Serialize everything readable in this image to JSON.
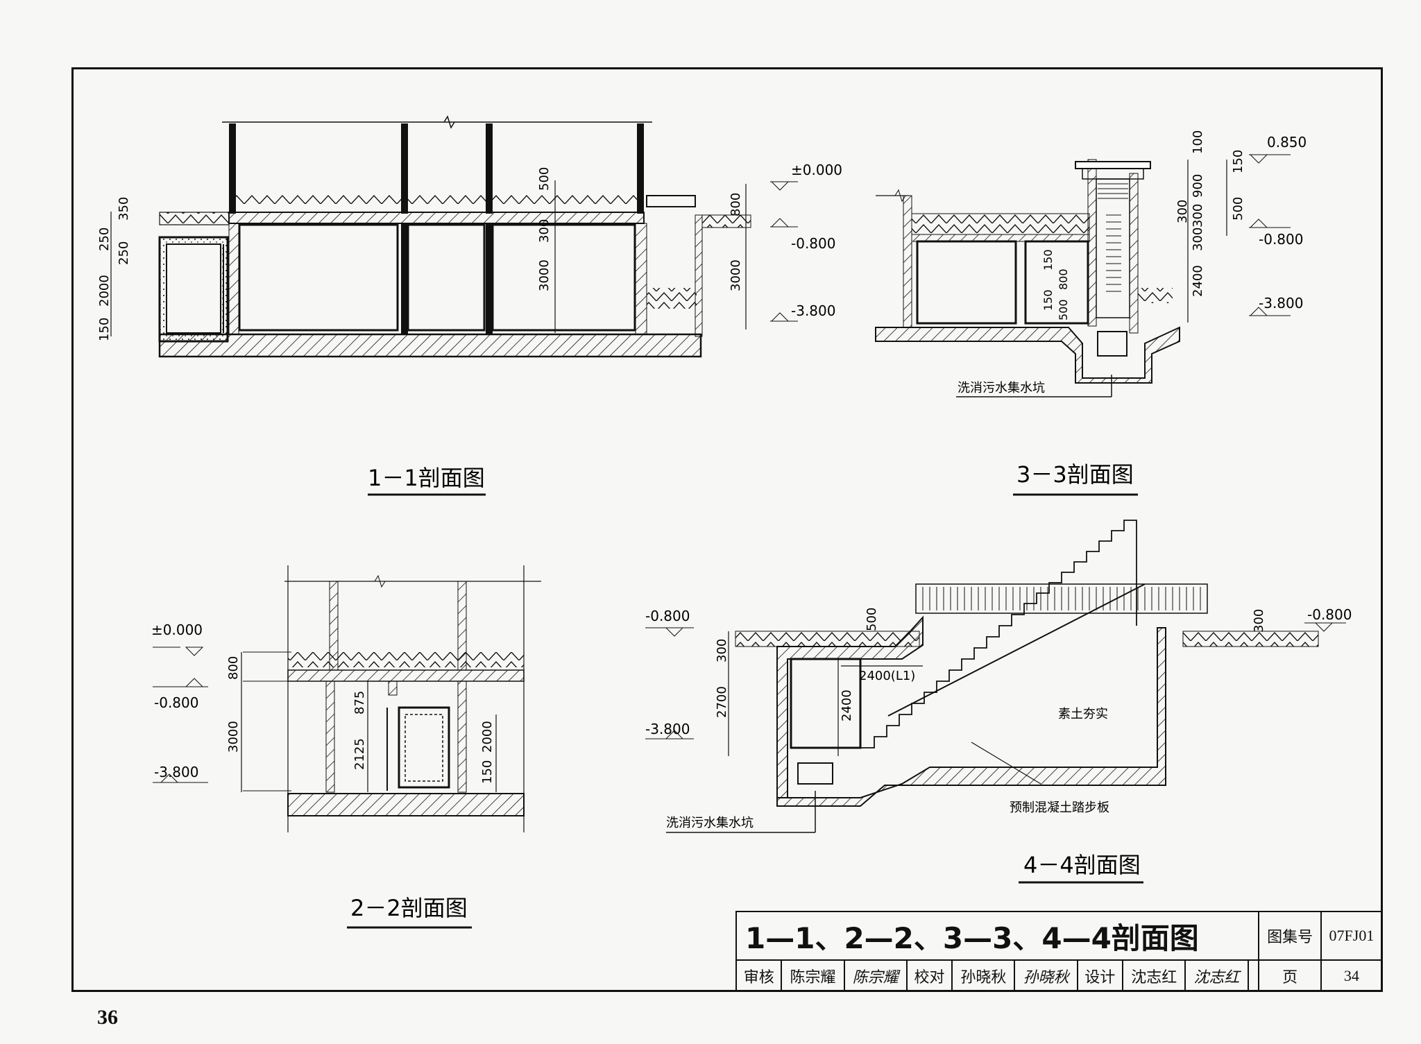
{
  "sheet": {
    "page_number": "36"
  },
  "sections": {
    "s11": {
      "title": "1－1剖面图",
      "levels": [
        "±0.000",
        "-0.800",
        "-3.800"
      ],
      "dims_left": [
        "350",
        "250",
        "250",
        "2000",
        "150"
      ],
      "dims_mid": [
        "500",
        "300",
        "3000"
      ],
      "dims_right": [
        "800",
        "3000"
      ]
    },
    "s33": {
      "title": "3－3剖面图",
      "levels": [
        "0.850",
        "-0.800",
        "-3.800"
      ],
      "dims_right_a": [
        "100",
        "150",
        "900",
        "500",
        "300",
        "300",
        "300",
        "2400"
      ],
      "dims_inner": [
        "150",
        "800",
        "150",
        "500"
      ],
      "note": "洗消污水集水坑"
    },
    "s22": {
      "title": "2－2剖面图",
      "levels": [
        "±0.000",
        "-0.800",
        "-3.800"
      ],
      "dims_left": [
        "800",
        "3000"
      ],
      "dims_inner": [
        "875",
        "2125",
        "2000",
        "150"
      ]
    },
    "s44": {
      "title": "4－4剖面图",
      "levels": [
        "-0.800",
        "-3.800",
        "-0.800"
      ],
      "dims": [
        "500",
        "300",
        "2700",
        "2400(L1)",
        "2400",
        "300"
      ],
      "notes": [
        "素土夯实",
        "预制混凝土踏步板",
        "洗消污水集水坑"
      ]
    }
  },
  "title_block": {
    "drawing_title": "1—1、2—2、3—3、4—4剖面图",
    "atlas_label": "图集号",
    "atlas_no": "07FJ01",
    "review_label": "审核",
    "reviewer": "陈宗耀",
    "reviewer_sig": "陈宗耀",
    "check_label": "校对",
    "checker": "孙晓秋",
    "checker_sig": "孙晓秋",
    "design_label": "设计",
    "designer": "沈志红",
    "designer_sig": "沈志红",
    "page_label": "页",
    "page_no": "34"
  }
}
